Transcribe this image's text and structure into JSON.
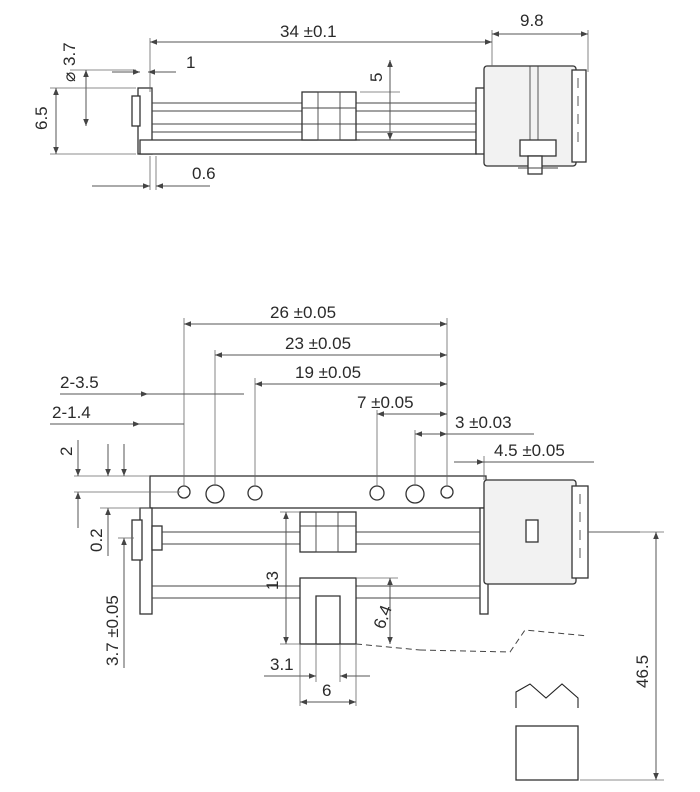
{
  "top_view": {
    "overall_length": "34 ±0.1",
    "motor_length": "9.8",
    "shaft_diameter": "3.7",
    "flange_thickness": "1",
    "height": "6.5",
    "slider_height": "5",
    "base_thickness": "0.6"
  },
  "front_view": {
    "dim_26": "26 ±0.05",
    "dim_23": "23 ±0.05",
    "dim_19": "19 ±0.05",
    "dim_7": "7 ±0.05",
    "dim_3": "3 ±0.03",
    "dim_4_5": "4.5 ±0.05",
    "holes_large": "2-3.5",
    "holes_small": "2-1.4",
    "hole_offset": "2",
    "gap": "0.2",
    "shaft_offset": "3.7 ±0.05",
    "slider_height": "13",
    "slot_depth": "6.4",
    "slot_width": "3.1",
    "slider_width": "6",
    "lead_length": "46.5"
  }
}
